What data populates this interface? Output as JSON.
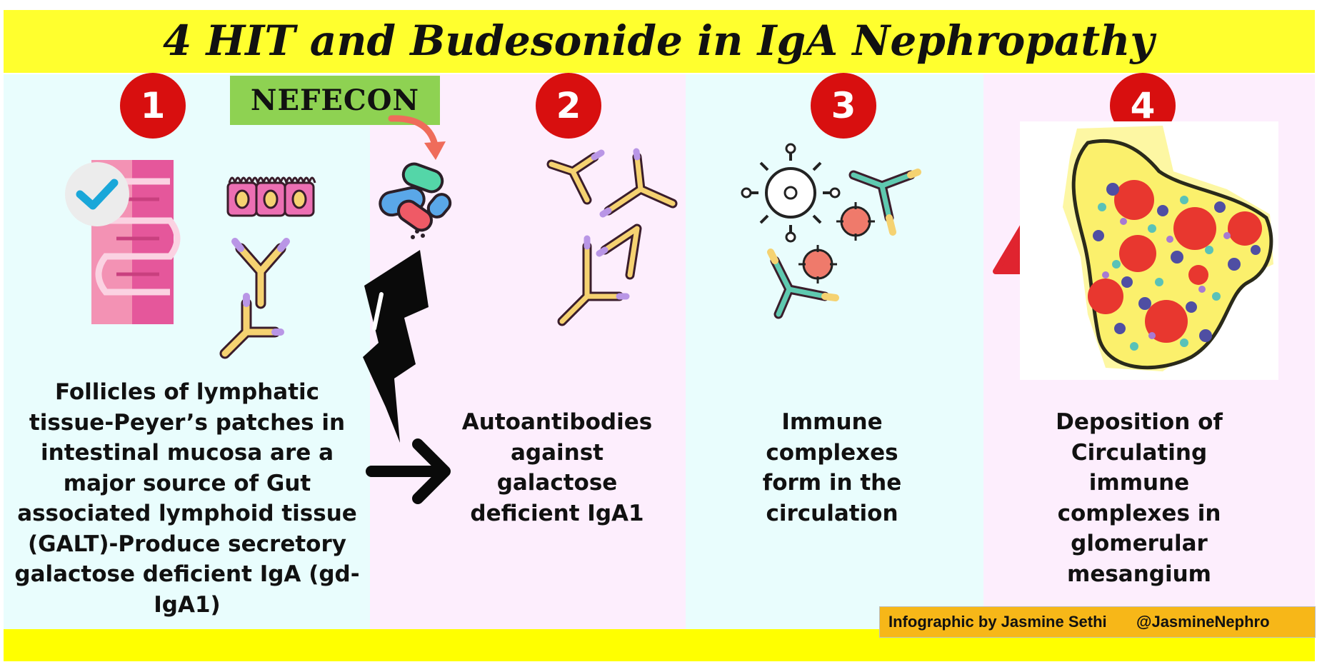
{
  "title": "4 HIT and Budesonide in IgA Nephropathy",
  "drug_label": "NEFECON",
  "steps": [
    {
      "number": "1",
      "text": "Follicles of lymphatic tissue-Peyer’s patches in intestinal mucosa are a major source of Gut associated lymphoid tissue (GALT)-Produce secretory galactose deficient IgA (gd-IgA1)"
    },
    {
      "number": "2",
      "text": "Autoantibodies against galactose deficient IgA1"
    },
    {
      "number": "3",
      "text": "Immune complexes form in the circulation"
    },
    {
      "number": "4",
      "text": "Deposition of Circulating immune complexes in glomerular mesangium"
    }
  ],
  "credit": {
    "author": "Infographic by Jasmine Sethi",
    "handle": "@JasmineNephro"
  },
  "colors": {
    "title_bar": "#ffff2e",
    "panel_cyan": "#e9fdfd",
    "panel_pink": "#fdeefd",
    "badge_red": "#d80f0f",
    "nefecon_green": "#8ed252",
    "credit_orange": "#f7b718",
    "antibody_yellow": "#f5d271",
    "antibody_purple": "#b996e6"
  }
}
